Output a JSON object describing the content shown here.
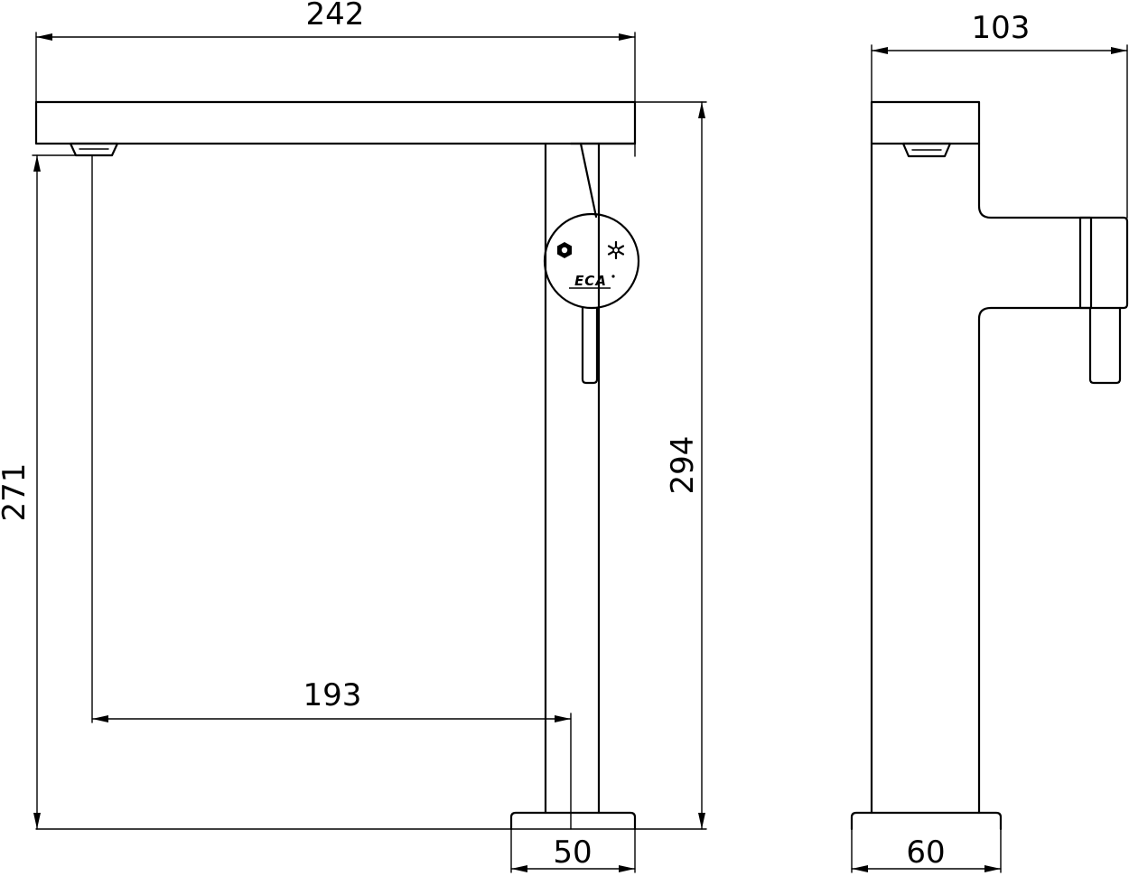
{
  "dimensions": {
    "front_width": "242",
    "side_width": "103",
    "front_height_outlet": "271",
    "front_height_total": "294",
    "spout_reach": "193",
    "front_base": "50",
    "side_base": "60"
  },
  "logo": {
    "brand_text": "ECA"
  },
  "icons": {
    "hot": "hexagon-icon",
    "cold": "snowflake-icon"
  }
}
